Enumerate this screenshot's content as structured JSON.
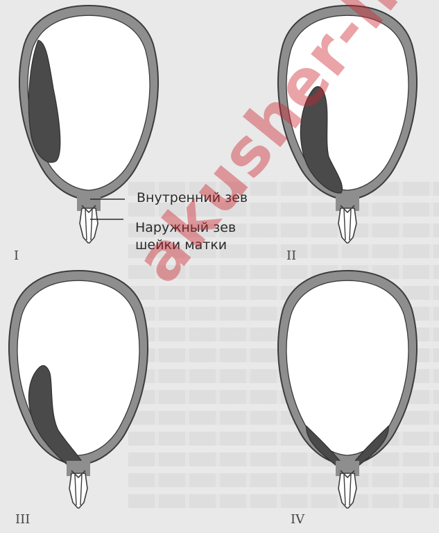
{
  "labels": {
    "internal_os": "Внутренний зев",
    "external_os_line1": "Наружный зев",
    "external_os_line2": "шейки матки"
  },
  "panels": [
    {
      "numeral": "I"
    },
    {
      "numeral": "II"
    },
    {
      "numeral": "III"
    },
    {
      "numeral": "IV"
    }
  ],
  "watermark": "akusher-lib.ru",
  "colors": {
    "background": "#e9e9e9",
    "uterine_wall": "#8e8e8e",
    "wall_outline": "#3c3c3c",
    "cavity": "#ffffff",
    "placenta": "#4a4a4a",
    "watermark": "#cd232d"
  }
}
